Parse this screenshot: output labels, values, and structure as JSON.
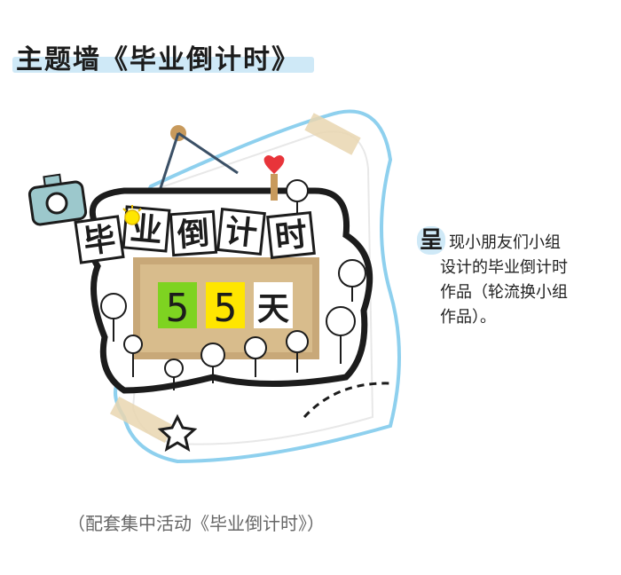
{
  "header": {
    "title": "主题墙《毕业倒计时》"
  },
  "board": {
    "headline_chars": [
      "毕",
      "业",
      "倒",
      "计",
      "时"
    ],
    "digit_1": "5",
    "digit_2": "5",
    "unit": "天"
  },
  "description": {
    "lead_char": "呈",
    "line_1": "现小朋友们小组",
    "line_2": "设计的毕业倒计时",
    "line_3": "作品（轮流换小组",
    "line_4": "作品）。"
  },
  "caption": "（配套集中活动《毕业倒计时》）",
  "colors": {
    "accent_blue": "#cfe9f7",
    "frame_blue": "#8ed0ee",
    "frame_black": "#1c1c1c",
    "digit_green": "#7ed321",
    "digit_yellow": "#ffe600",
    "kraft": "#c8a878",
    "heart_red": "#e8343a"
  },
  "icons": [
    "camera-icon",
    "star-icon",
    "heart-icon",
    "sun-icon"
  ]
}
